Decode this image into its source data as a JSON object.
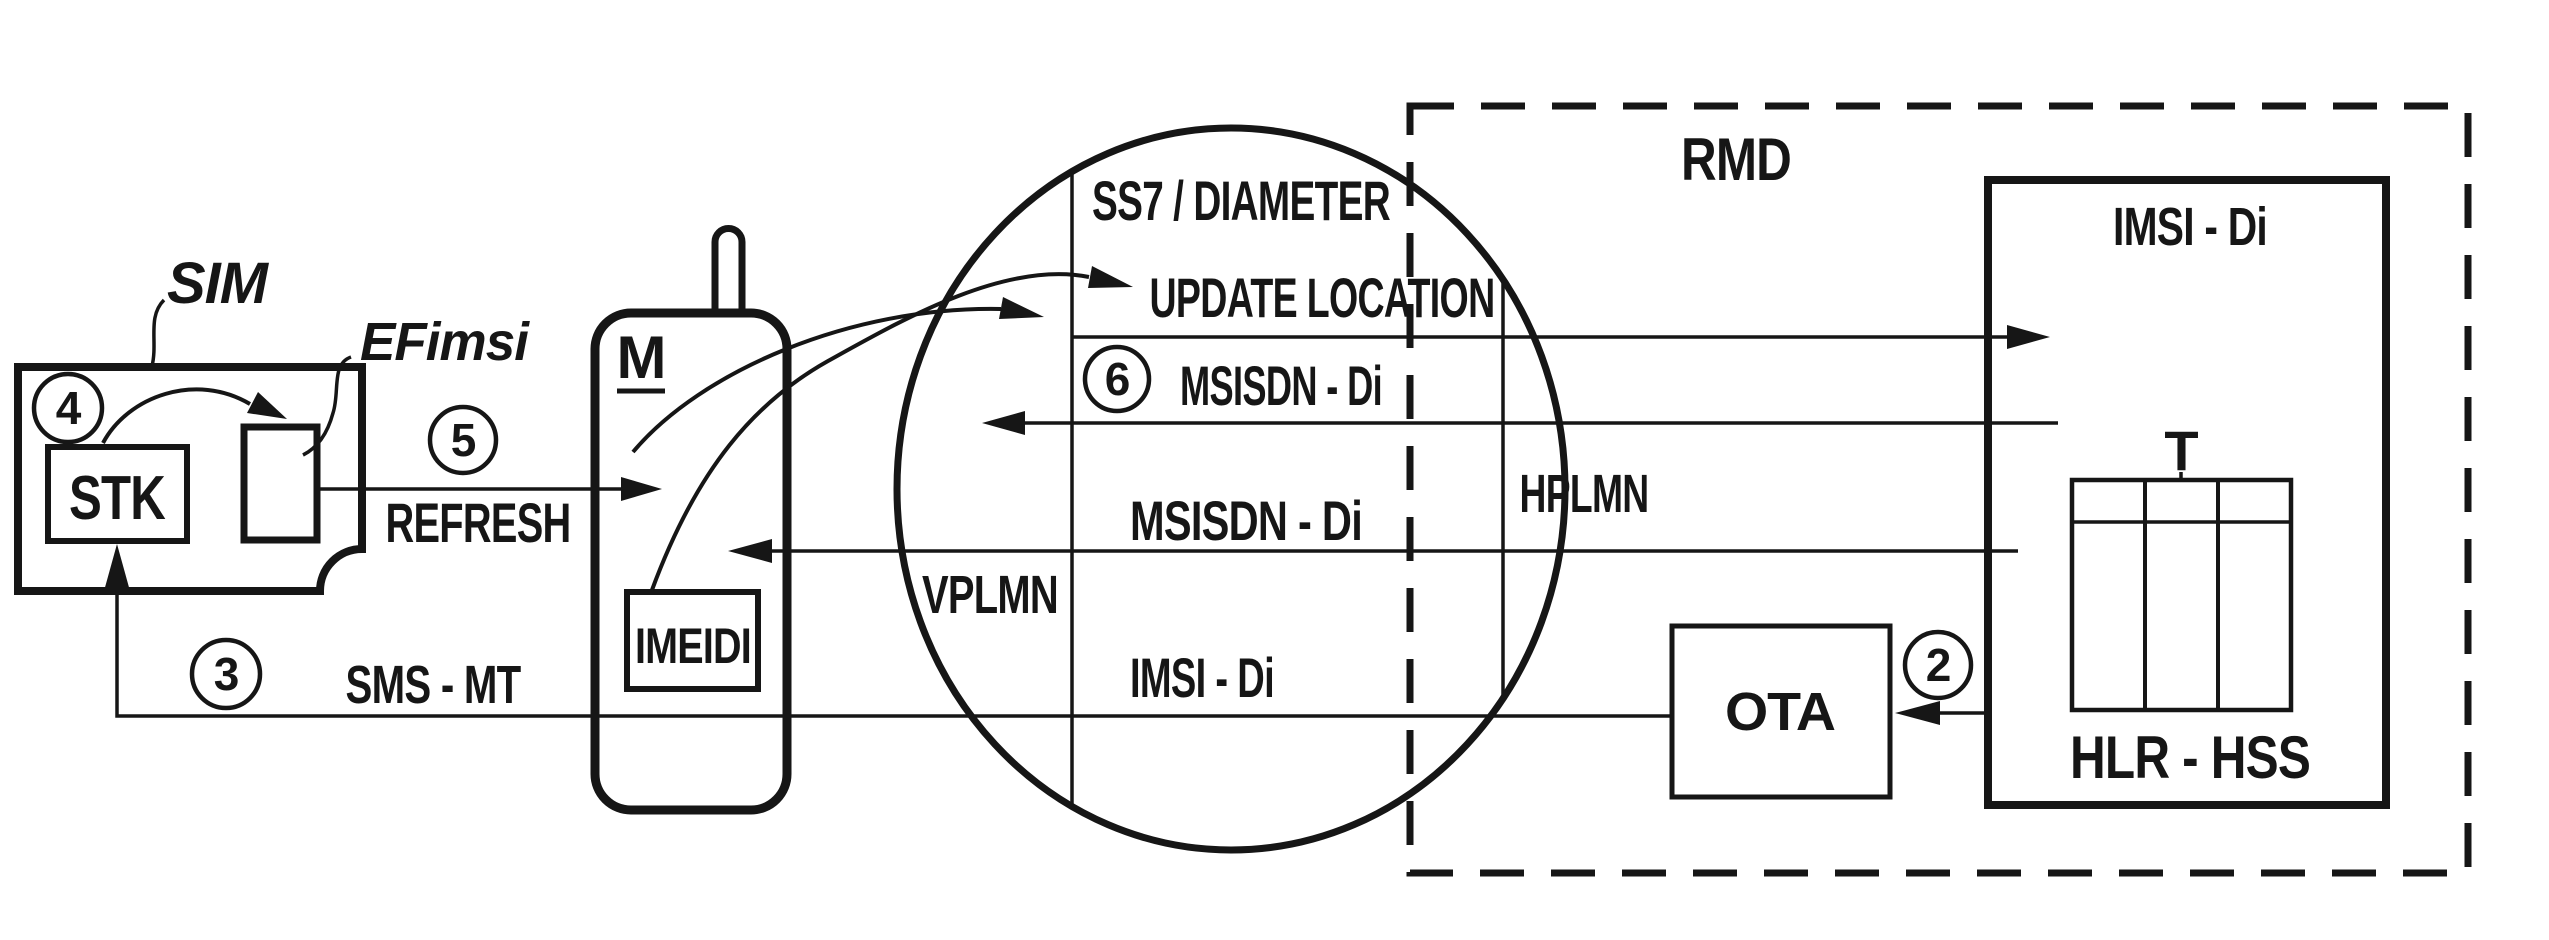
{
  "figure": {
    "kind": "patent-network-diagram",
    "background_color": "#ffffff",
    "ink_color": "#161616"
  },
  "sim_card": {
    "label": "SIM",
    "stk_label": "STK",
    "ef_file_label": "EFimsi"
  },
  "device": {
    "label": "M",
    "imeidi_label": "IMEIDI"
  },
  "network": {
    "title": "SS7 / DIAMETER",
    "visited_zone_label": "VPLMN",
    "home_zone_label": "HPLMN"
  },
  "messages": {
    "refresh": "REFRESH",
    "sms_mt": "SMS - MT",
    "update_location": "UPDATE LOCATION",
    "msisdn_di_return": "MSISDN - Di",
    "msisdn_di": "MSISDN - Di",
    "imsi_di": "IMSI - Di"
  },
  "rmd": {
    "label": "RMD",
    "ota_label": "OTA",
    "hlr_hss": {
      "title": "IMSI - Di",
      "table_label": "T",
      "name": "HLR - HSS"
    }
  },
  "steps": {
    "two": "2",
    "three": "3",
    "four": "4",
    "five": "5",
    "six": "6"
  }
}
